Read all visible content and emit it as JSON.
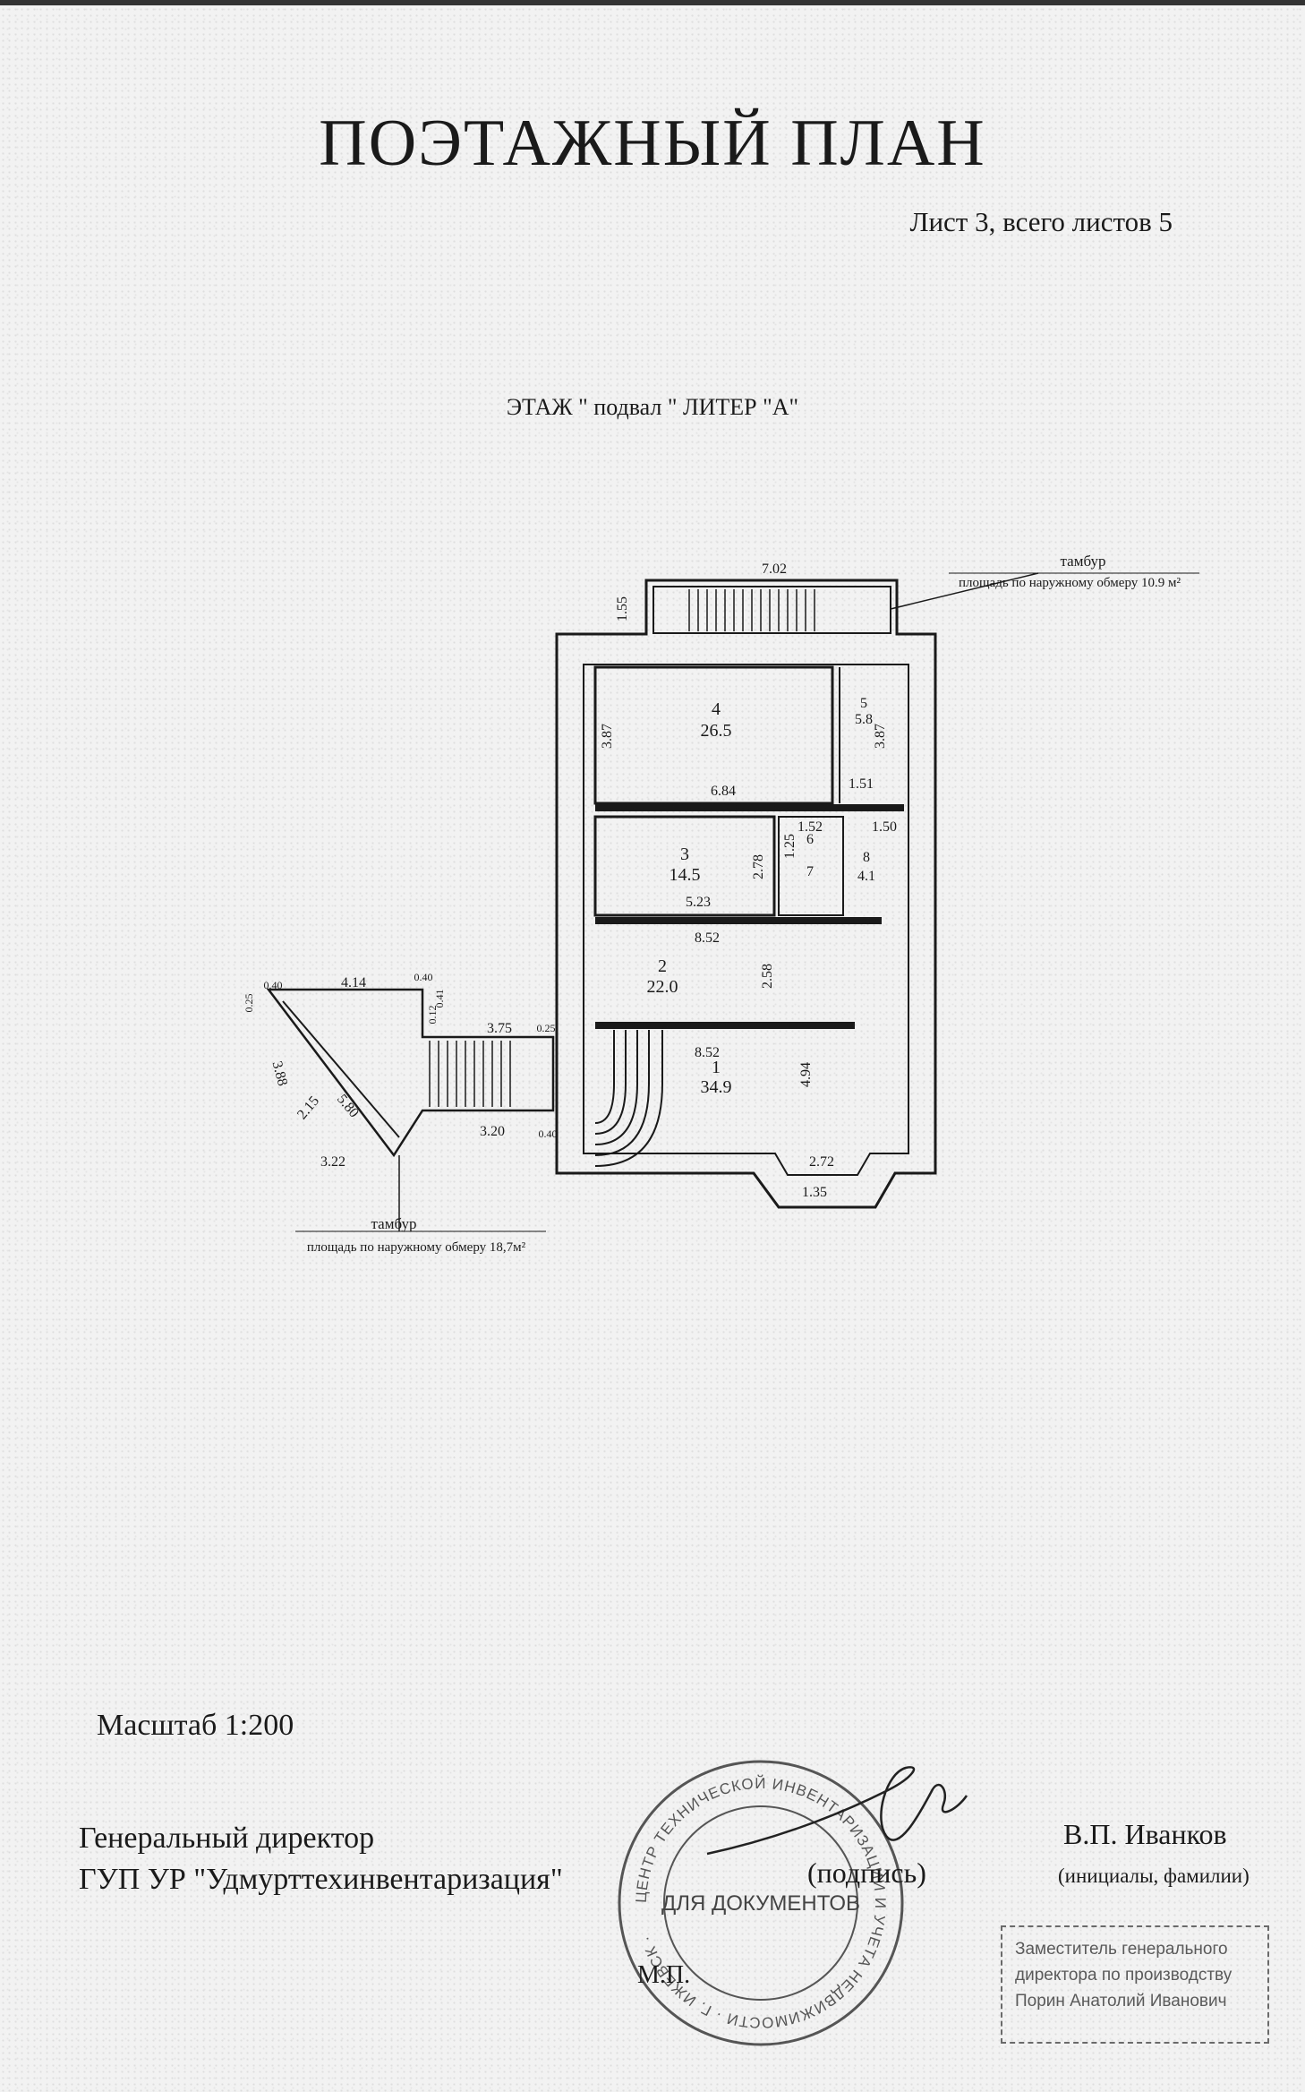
{
  "document": {
    "title": "ПОЭТАЖНЫЙ ПЛАН",
    "sheet": "Лист 3, всего листов 5",
    "floor_label": "ЭТАЖ \" подвал \" ЛИТЕР \"А\"",
    "scale": "Масштаб 1:200"
  },
  "plan": {
    "vestibule_top": {
      "label": "тамбур",
      "area_note": "площадь по наружному обмеру 10.9 м²"
    },
    "vestibule_left": {
      "label": "тамбур",
      "area_note": "площадь по наружному обмеру 18,7м²"
    },
    "rooms": [
      {
        "number": "4",
        "area": "26.5"
      },
      {
        "number": "5",
        "area": "5.8"
      },
      {
        "number": "3",
        "area": "14.5"
      },
      {
        "number": "6",
        "area": ""
      },
      {
        "number": "7",
        "area": ""
      },
      {
        "number": "8",
        "area": "4.1"
      },
      {
        "number": "2",
        "area": "22.0"
      },
      {
        "number": "1",
        "area": "34.9"
      }
    ],
    "dimensions": {
      "d_702": "7.02",
      "d_155": "1.55",
      "d_387a": "3.87",
      "d_387b": "3.87",
      "d_684": "6.84",
      "d_151": "1.51",
      "d_152": "1.52",
      "d_125": "1.25",
      "d_150": "1.50",
      "d_278": "2.78",
      "d_523": "5.23",
      "d_852a": "8.52",
      "d_258": "2.58",
      "d_852b": "8.52",
      "d_494": "4.94",
      "d_272": "2.72",
      "d_135": "1.35",
      "d_414": "4.14",
      "d_040a": "0.40",
      "d_040b": "0.40",
      "d_040c": "0.40",
      "d_025a": "0.25",
      "d_025b": "0.25",
      "d_041": "0.41",
      "d_012": "0.12",
      "d_375": "3.75",
      "d_388": "3.88",
      "d_215": "2.15",
      "d_580": "5.80",
      "d_320": "3.20",
      "d_322": "3.22"
    }
  },
  "signatures": {
    "position_line1": "Генеральный   директор",
    "position_line2": "ГУП  УР \"Удмурттехинвентаризация\"",
    "signature_hint": "(подпись)",
    "name": "В.П. Иванков",
    "name_hint": "(инициалы, фамилии)",
    "mp": "М.П."
  },
  "stamps": {
    "round_center": "ДЛЯ ДОКУМЕНТОВ",
    "round_ring": "ЦЕНТР ТЕХНИЧЕСКОЙ ИНВЕНТАРИЗАЦИИ И УЧЕТА НЕДВИЖИМОСТИ · Г. ИЖЕВСК ·",
    "box_line1": "Заместитель генерального",
    "box_line2": "директора по производству",
    "box_line3": "Порин Анатолий Иванович"
  }
}
